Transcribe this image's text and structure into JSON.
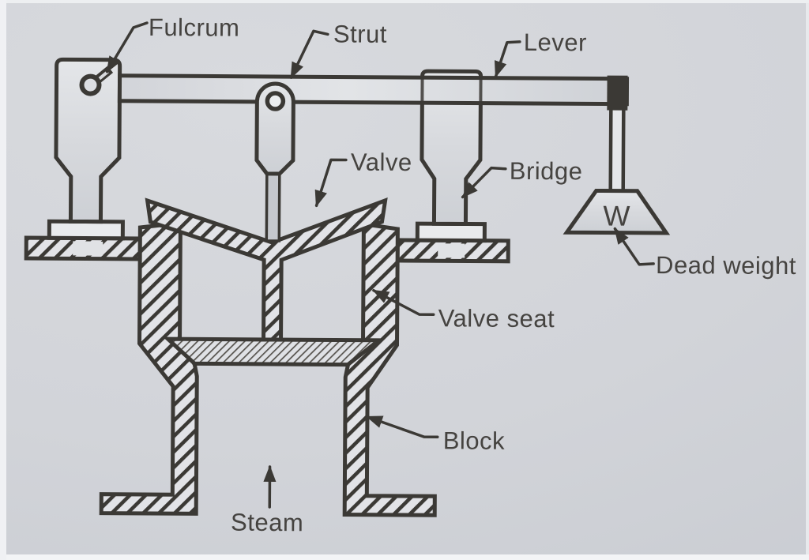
{
  "figure": {
    "labels": {
      "fulcrum": "Fulcrum",
      "strut": "Strut",
      "lever": "Lever",
      "valve": "Valve",
      "bridge": "Bridge",
      "dead_weight": "Dead weight",
      "valve_seat": "Valve seat",
      "block": "Block",
      "steam": "Steam",
      "weight_symbol": "W"
    },
    "colors": {
      "paper": "#d8dade",
      "ink": "#3b3935",
      "text": "#454340",
      "metal_light": "#e3e5e8",
      "metal_dark": "#ced1d6",
      "hatch_bg": "#e2e3e7",
      "pedestal": "#e9ebed",
      "rod_gray": "#c5c8cd"
    }
  }
}
